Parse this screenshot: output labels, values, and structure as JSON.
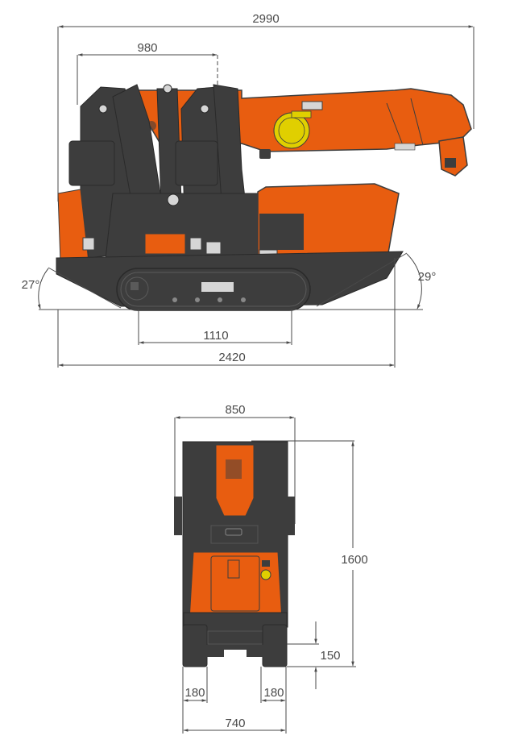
{
  "colors": {
    "body_orange": "#e85d10",
    "frame_dark": "#3d3d3d",
    "accent_yellow": "#e0cf00",
    "light_gray": "#d6d6d6",
    "dim_line": "#4a4a4a"
  },
  "side_view": {
    "overall_length": "2990",
    "outrigger_offset": "980",
    "track_length": "1110",
    "base_length": "2420",
    "front_angle": "27°",
    "rear_angle": "29°"
  },
  "front_view": {
    "overall_width": "850",
    "height": "1600",
    "ground_clearance": "150",
    "left_track_width": "180",
    "right_track_width": "180",
    "track_gauge": "740"
  }
}
